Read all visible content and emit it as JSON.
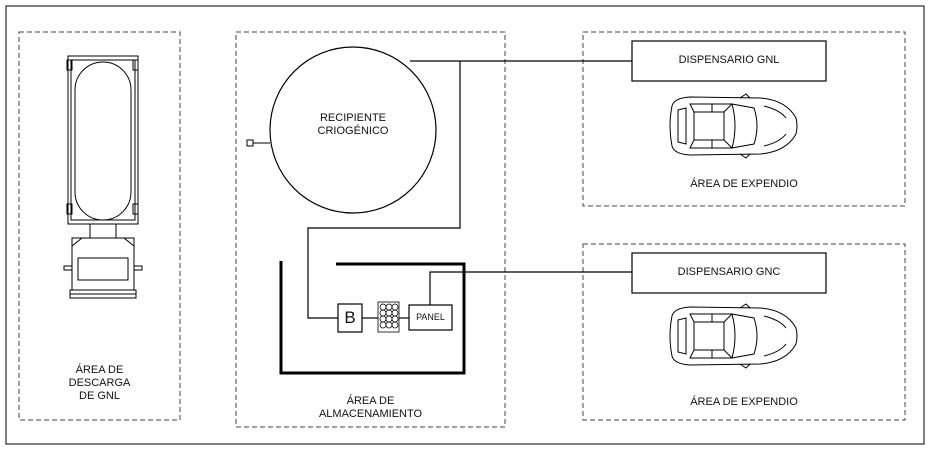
{
  "areas": {
    "descarga": {
      "label": "ÁREA DE\nDESCARGA\nDE GNL"
    },
    "almacenamiento": {
      "label": "ÁREA DE\nALMACENAMIENTO"
    },
    "expendio_top": {
      "label": "ÁREA DE EXPENDIO"
    },
    "expendio_bottom": {
      "label": "ÁREA DE EXPENDIO"
    }
  },
  "tank": {
    "label": "RECIPIENTE\nCRIOGÉNICO"
  },
  "dispensers": {
    "gnl": {
      "label": "DISPENSARIO GNL"
    },
    "gnc": {
      "label": "DISPENSARIO GNC"
    }
  },
  "equipment": {
    "pump": {
      "label": "B"
    },
    "panel": {
      "label": "PANEL"
    }
  },
  "colors": {
    "line": "#000000",
    "dashed": "#555555",
    "background": "#ffffff"
  }
}
